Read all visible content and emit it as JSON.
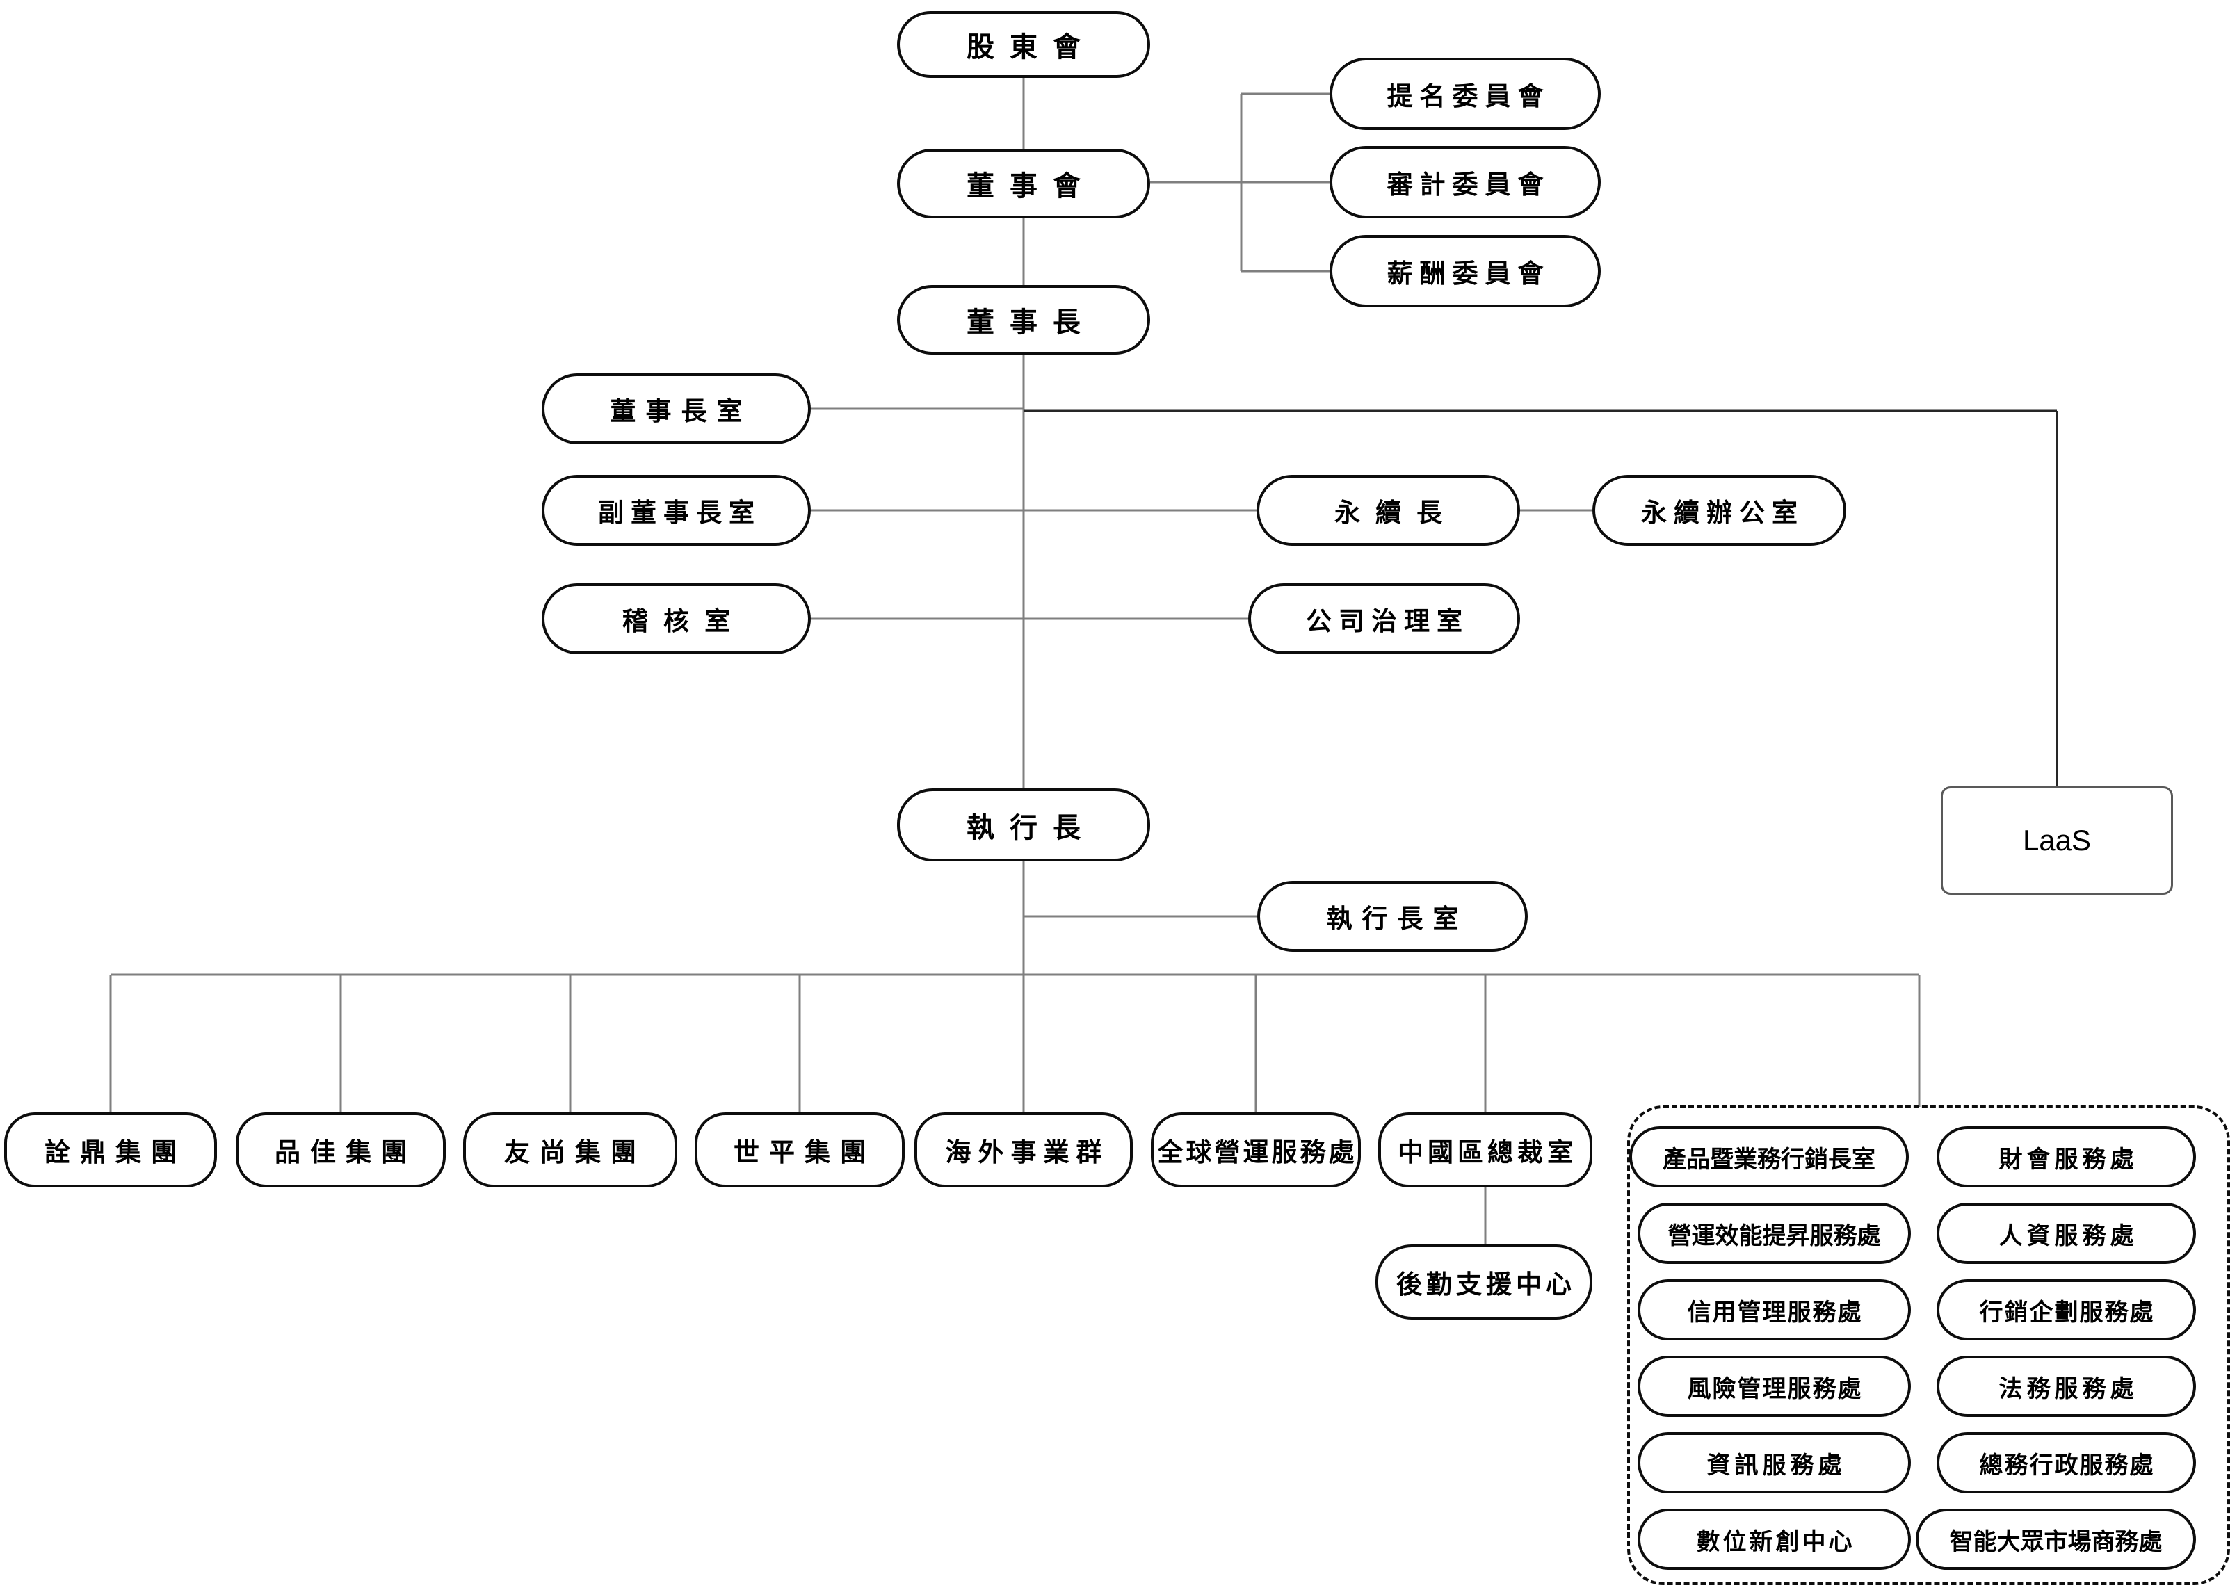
{
  "nodes": {
    "shareholders": "股東會",
    "board": "董事會",
    "chairman": "董事長",
    "committees": [
      "提名委員會",
      "審計委員會",
      "薪酬委員會"
    ],
    "chairman_office": "董事長室",
    "vice_chairman_office": "副董事長室",
    "audit_office": "稽核室",
    "cso": "永續長",
    "sustainability_office": "永續辦公室",
    "governance_office": "公司治理室",
    "ceo": "執行長",
    "ceo_office": "執行長室",
    "laas": "LaaS",
    "groups": [
      "詮鼎集團",
      "品佳集團",
      "友尚集團",
      "世平集團",
      "海外事業群",
      "全球營運服務處",
      "中國區總裁室"
    ],
    "logistics_center": "後勤支援中心",
    "hq_panel": {
      "left": [
        "產品暨業務行銷長室",
        "營運效能提昇服務處",
        "信用管理服務處",
        "風險管理服務處",
        "資訊服務處",
        "數位新創中心"
      ],
      "right": [
        "財會服務處",
        "人資服務處",
        "行銷企劃服務處",
        "法務服務處",
        "總務行政服務處",
        "智能大眾市場商務處"
      ]
    }
  },
  "colors": {
    "connector": "#7f7f7f",
    "laas_connector": "#262626",
    "box_border": "#0d0d0d",
    "laas_border": "#595959",
    "panel_border": "#0d0d0d",
    "text": "#000000"
  }
}
